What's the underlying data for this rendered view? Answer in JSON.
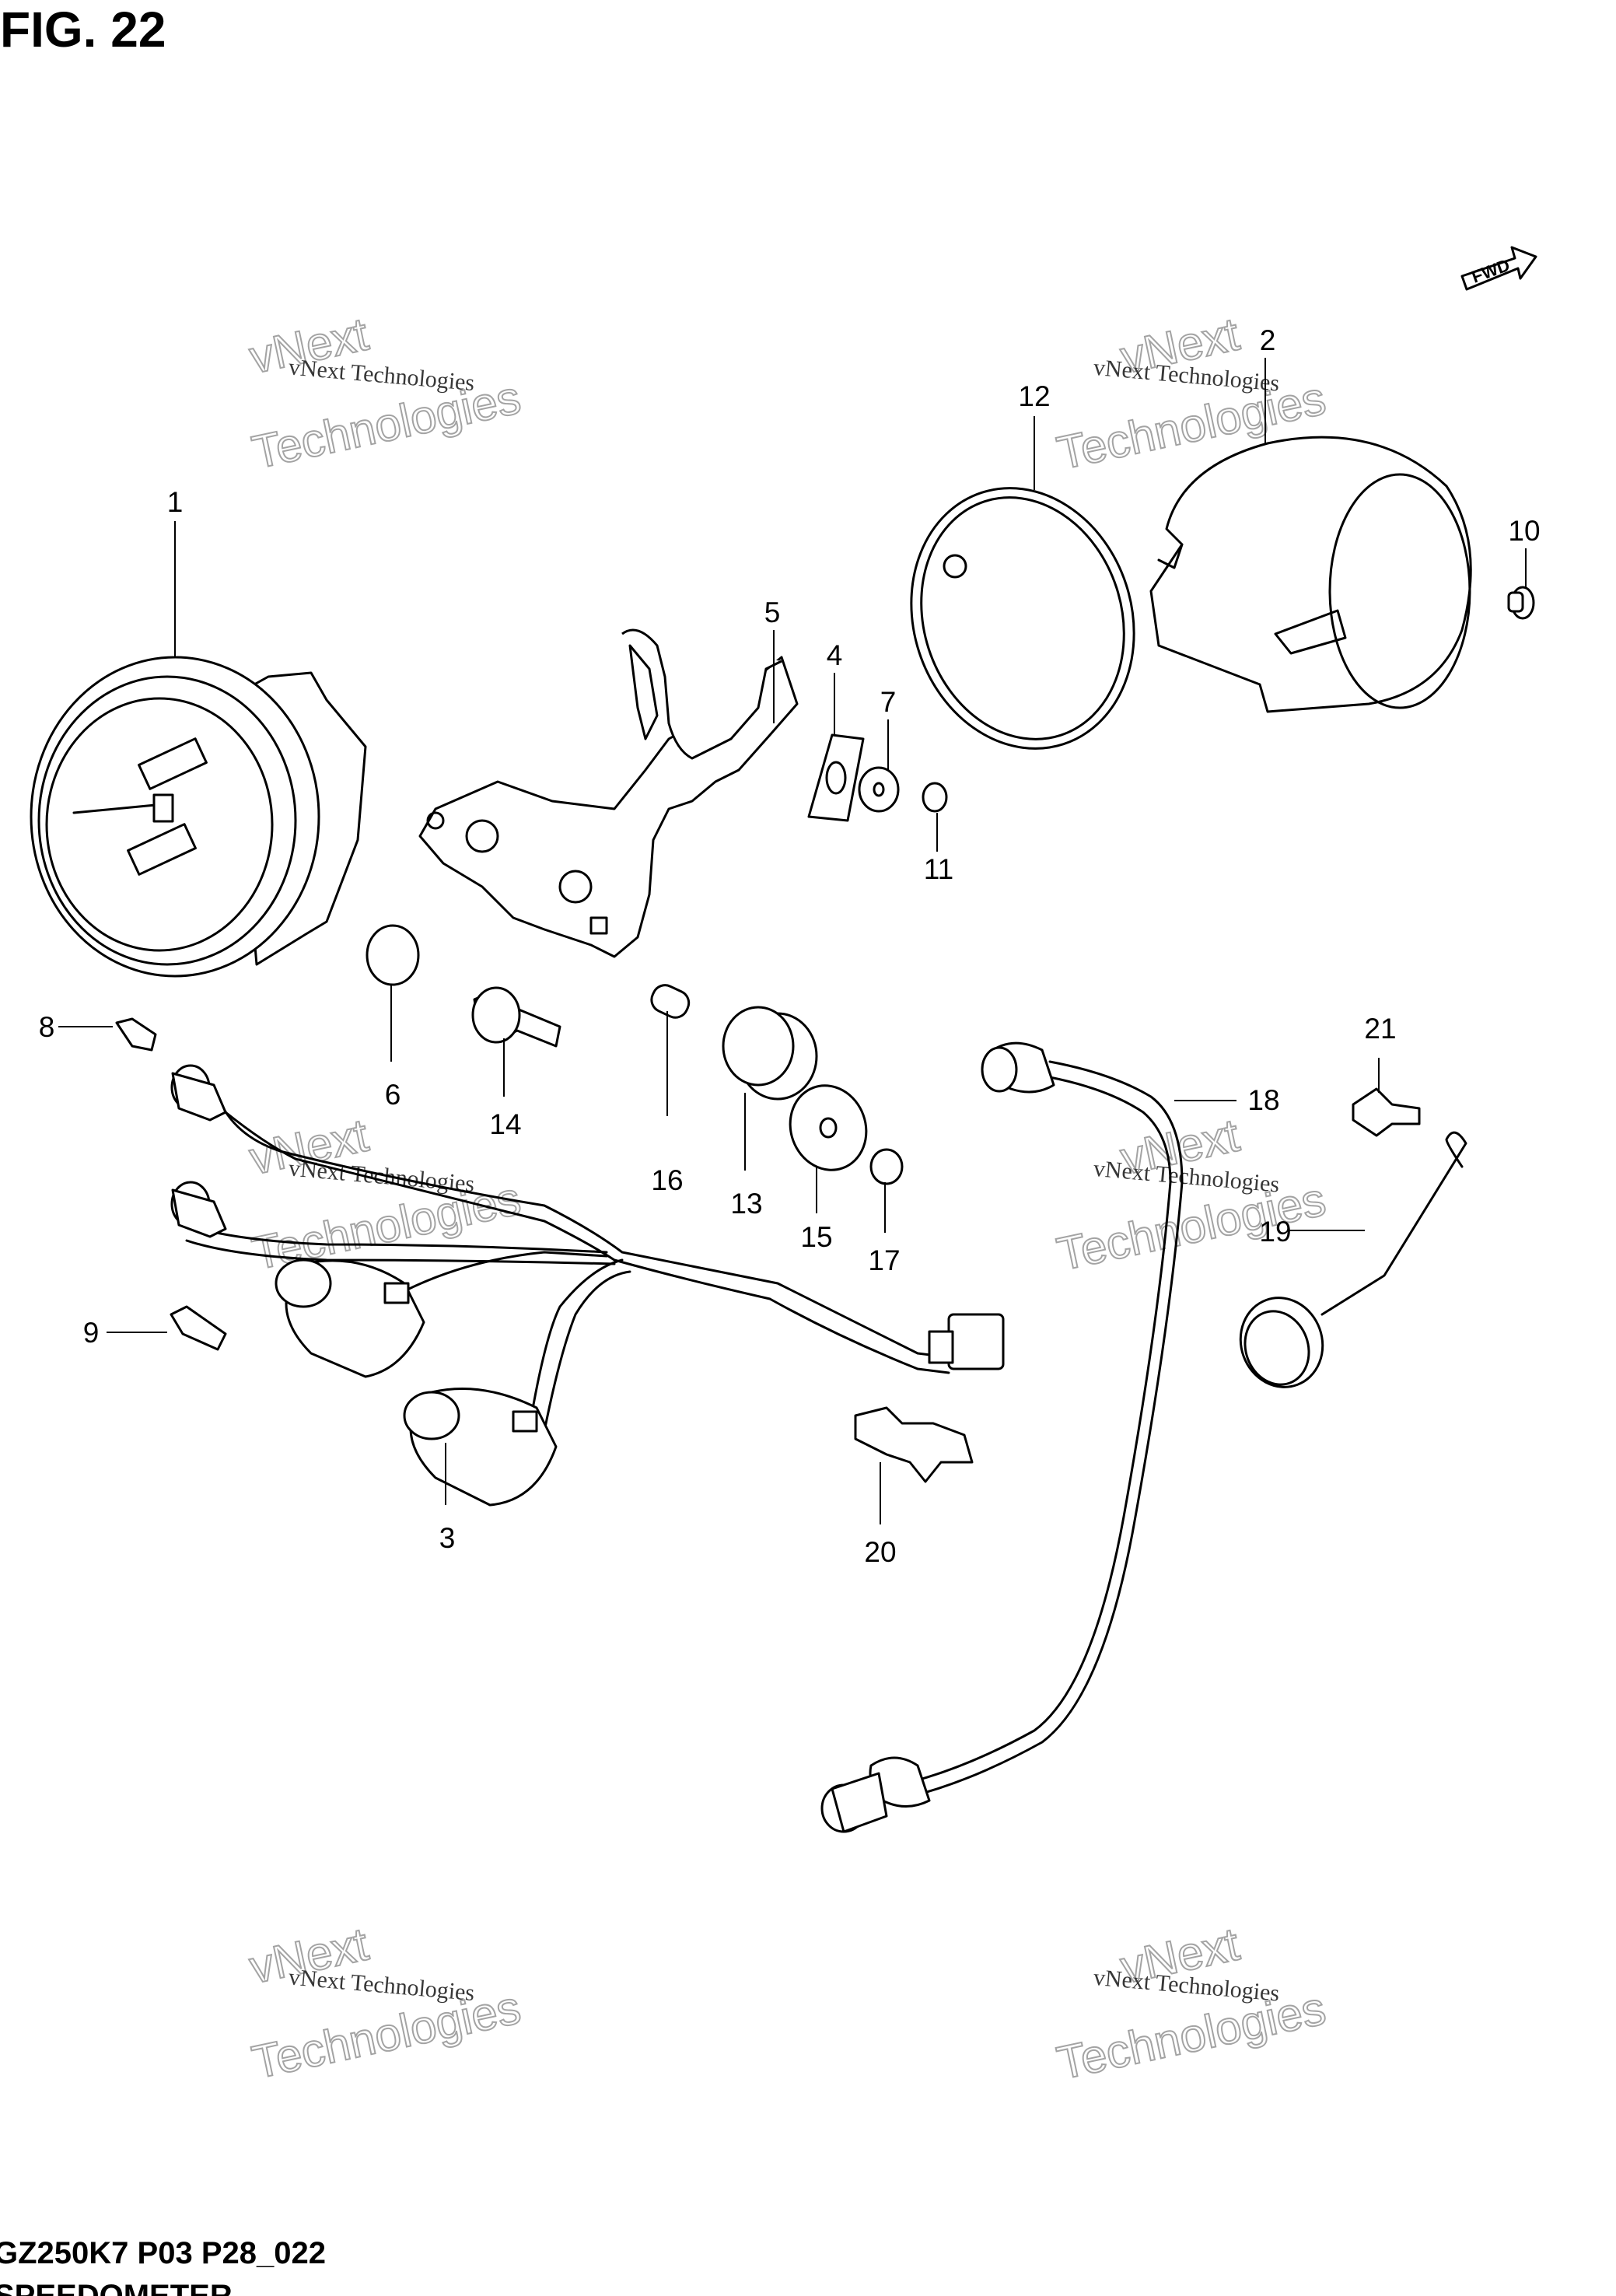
{
  "figure": {
    "title": "FIG. 22",
    "fwd_label": "FWD",
    "footer_code": "GZ250K7 P03 P28_022",
    "footer_name": "SPEEDOMETER"
  },
  "watermark": {
    "line1": "vNext Technologies",
    "line2": "vNext",
    "line3": "Technologies"
  },
  "callouts": {
    "c1": "1",
    "c2": "2",
    "c3": "3",
    "c4": "4",
    "c5": "5",
    "c6": "6",
    "c7": "7",
    "c8": "8",
    "c9": "9",
    "c10": "10",
    "c11": "11",
    "c12": "12",
    "c13": "13",
    "c14": "14",
    "c15": "15",
    "c16": "16",
    "c17": "17",
    "c18": "18",
    "c19": "19",
    "c20": "20",
    "c21": "21"
  }
}
